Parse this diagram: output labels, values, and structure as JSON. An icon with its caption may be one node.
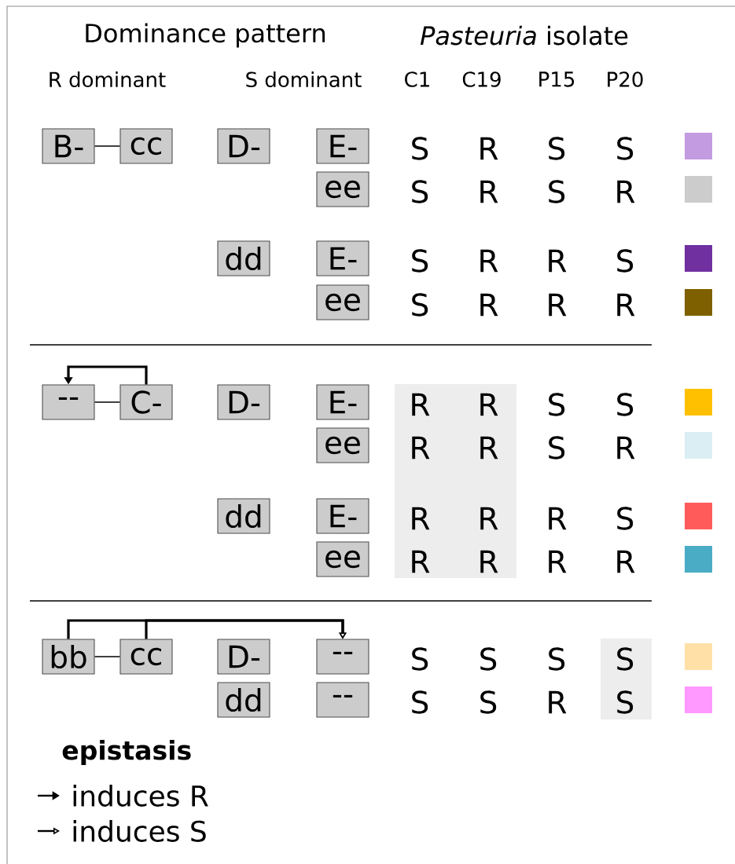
{
  "diagram": {
    "nodes": [
      {
        "text": [
          "B-"
        ]
      },
      {
        "text": [
          "cc"
        ]
      },
      {
        "text": [
          "D-"
        ]
      },
      {
        "text": [
          "E-"
        ]
      },
      {
        "text": [
          "ee"
        ]
      },
      {
        "text": [
          "dd"
        ]
      },
      {
        "text": [
          "E-"
        ]
      },
      {
        "text": [
          "ee"
        ]
      },
      {
        "text": [
          "--"
        ]
      },
      {
        "text": [
          "C-"
        ]
      },
      {
        "text": [
          "D-"
        ]
      },
      {
        "text": [
          "E-"
        ]
      },
      {
        "text": [
          "ee"
        ]
      },
      {
        "text": [
          "dd"
        ]
      },
      {
        "text": [
          "E-"
        ]
      },
      {
        "text": [
          "ee"
        ]
      },
      {
        "text": [
          "bb"
        ]
      },
      {
        "text": [
          "cc"
        ]
      },
      {
        "text": [
          "D-"
        ]
      },
      {
        "text": [
          "--"
        ]
      },
      {
        "text": [
          "dd"
        ]
      },
      {
        "text": [
          "--"
        ]
      }
    ],
    "edges": [
      {
        "from": 0,
        "to": 1,
        "arrow": "none"
      },
      {
        "from": 8,
        "to": 9,
        "arrow": "none"
      },
      {
        "from": 9,
        "to": 8,
        "arrow": "to",
        "style": "thick"
      },
      {
        "from": 16,
        "to": 17,
        "arrow": "none"
      },
      {
        "from": 16,
        "to": 19,
        "arrow": "to",
        "style": "thick"
      },
      {
        "from": 17,
        "to": 19,
        "arrow": "to",
        "style": "thick"
      }
    ],
    "labels": [
      "Dominance pattern",
      "*Pasteuria* isolate",
      "R dominant",
      "S dominant",
      "C1",
      "C19",
      "P15",
      "P20",
      "S",
      "R",
      "S",
      "S",
      "S",
      "R",
      "S",
      "R",
      "S",
      "R",
      "R",
      "S",
      "S",
      "R",
      "R",
      "R",
      "R",
      "R",
      "S",
      "S",
      "R",
      "R",
      "S",
      "R",
      "R",
      "R",
      "R",
      "S",
      "R",
      "R",
      "R",
      "R",
      "S",
      "S",
      "S",
      "S",
      "S",
      "S",
      "R",
      "S",
      "epistasis"
    ],
    "legend": [
      {
        "text": "induces R"
      },
      {
        "text": "induces S"
      }
    ]
  }
}
